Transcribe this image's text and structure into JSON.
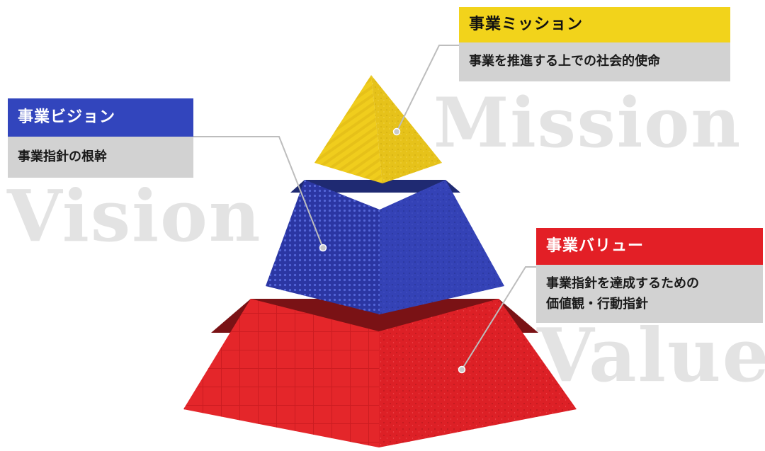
{
  "background_words": {
    "mission": "Mission",
    "vision": "Vision",
    "value": "Value"
  },
  "cards": {
    "mission": {
      "title": "事業ミッション",
      "description": "事業を推進する上での社会的使命",
      "color": "#f2d31b"
    },
    "vision": {
      "title": "事業ビジョン",
      "description": "事業指針の根幹",
      "color": "#3245bd"
    },
    "value": {
      "title": "事業バリュー",
      "description_lines": [
        "事業指針を達成するための",
        "価値観・行動指針"
      ],
      "color": "#e31f26"
    }
  },
  "pyramid": {
    "tiers": [
      "mission",
      "vision",
      "value"
    ],
    "colors": {
      "yellow": "#e8c51b",
      "blue": "#2f3ca6",
      "red": "#e4262a"
    }
  }
}
